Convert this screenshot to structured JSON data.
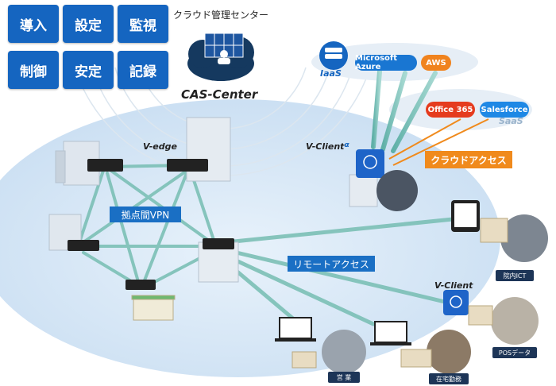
{
  "tiles": [
    "導入",
    "設定",
    "監視",
    "制御",
    "安定",
    "記録"
  ],
  "center": {
    "title": "クラウド管理センター",
    "name": "CAS-Center"
  },
  "iaas": {
    "label": "IaaS",
    "providers": [
      "Microsoft Azure",
      "AWS"
    ]
  },
  "saas": {
    "label": "SaaS",
    "providers": [
      "Office 365",
      "Salesforce"
    ]
  },
  "v_edge": "V-edge",
  "v_client_alpha": "V-Client",
  "alpha": "α",
  "cloud_access": "クラウドアクセス",
  "site_vpn": "拠点間VPN",
  "remote_access": "リモートアクセス",
  "v_client": "V-Client",
  "endpoints": [
    "院内ICT",
    "POSデータ",
    "営 業",
    "在宅勤務"
  ],
  "colors": {
    "tile": "#1565c0",
    "banner": "#1a6fc4",
    "orange": "#f08a1c",
    "azure": "#1976d2",
    "aws": "#f0831e",
    "office": "#e53b1e",
    "salesforce": "#1e88e5",
    "ellipse": "#d6e8f7"
  }
}
